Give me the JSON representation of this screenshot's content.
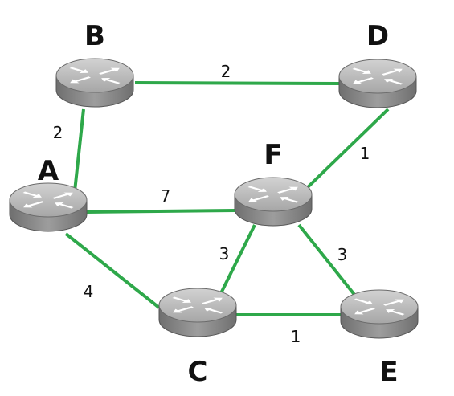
{
  "routers": [
    {
      "id": "A",
      "label": "A"
    },
    {
      "id": "B",
      "label": "B"
    },
    {
      "id": "C",
      "label": "C"
    },
    {
      "id": "D",
      "label": "D"
    },
    {
      "id": "E",
      "label": "E"
    },
    {
      "id": "F",
      "label": "F"
    }
  ],
  "links": [
    {
      "from": "B",
      "to": "D",
      "weight": "2"
    },
    {
      "from": "A",
      "to": "B",
      "weight": "2"
    },
    {
      "from": "A",
      "to": "F",
      "weight": "7"
    },
    {
      "from": "F",
      "to": "D",
      "weight": "1"
    },
    {
      "from": "A",
      "to": "C",
      "weight": "4"
    },
    {
      "from": "C",
      "to": "F",
      "weight": "3"
    },
    {
      "from": "F",
      "to": "E",
      "weight": "3"
    },
    {
      "from": "C",
      "to": "E",
      "weight": "1"
    }
  ],
  "icons": {
    "router": "router-icon"
  },
  "colors": {
    "link": "#2ea84a",
    "router_top": "#c4c4c4",
    "router_side": "#8c8c8c",
    "router_arrows": "#ffffff"
  }
}
